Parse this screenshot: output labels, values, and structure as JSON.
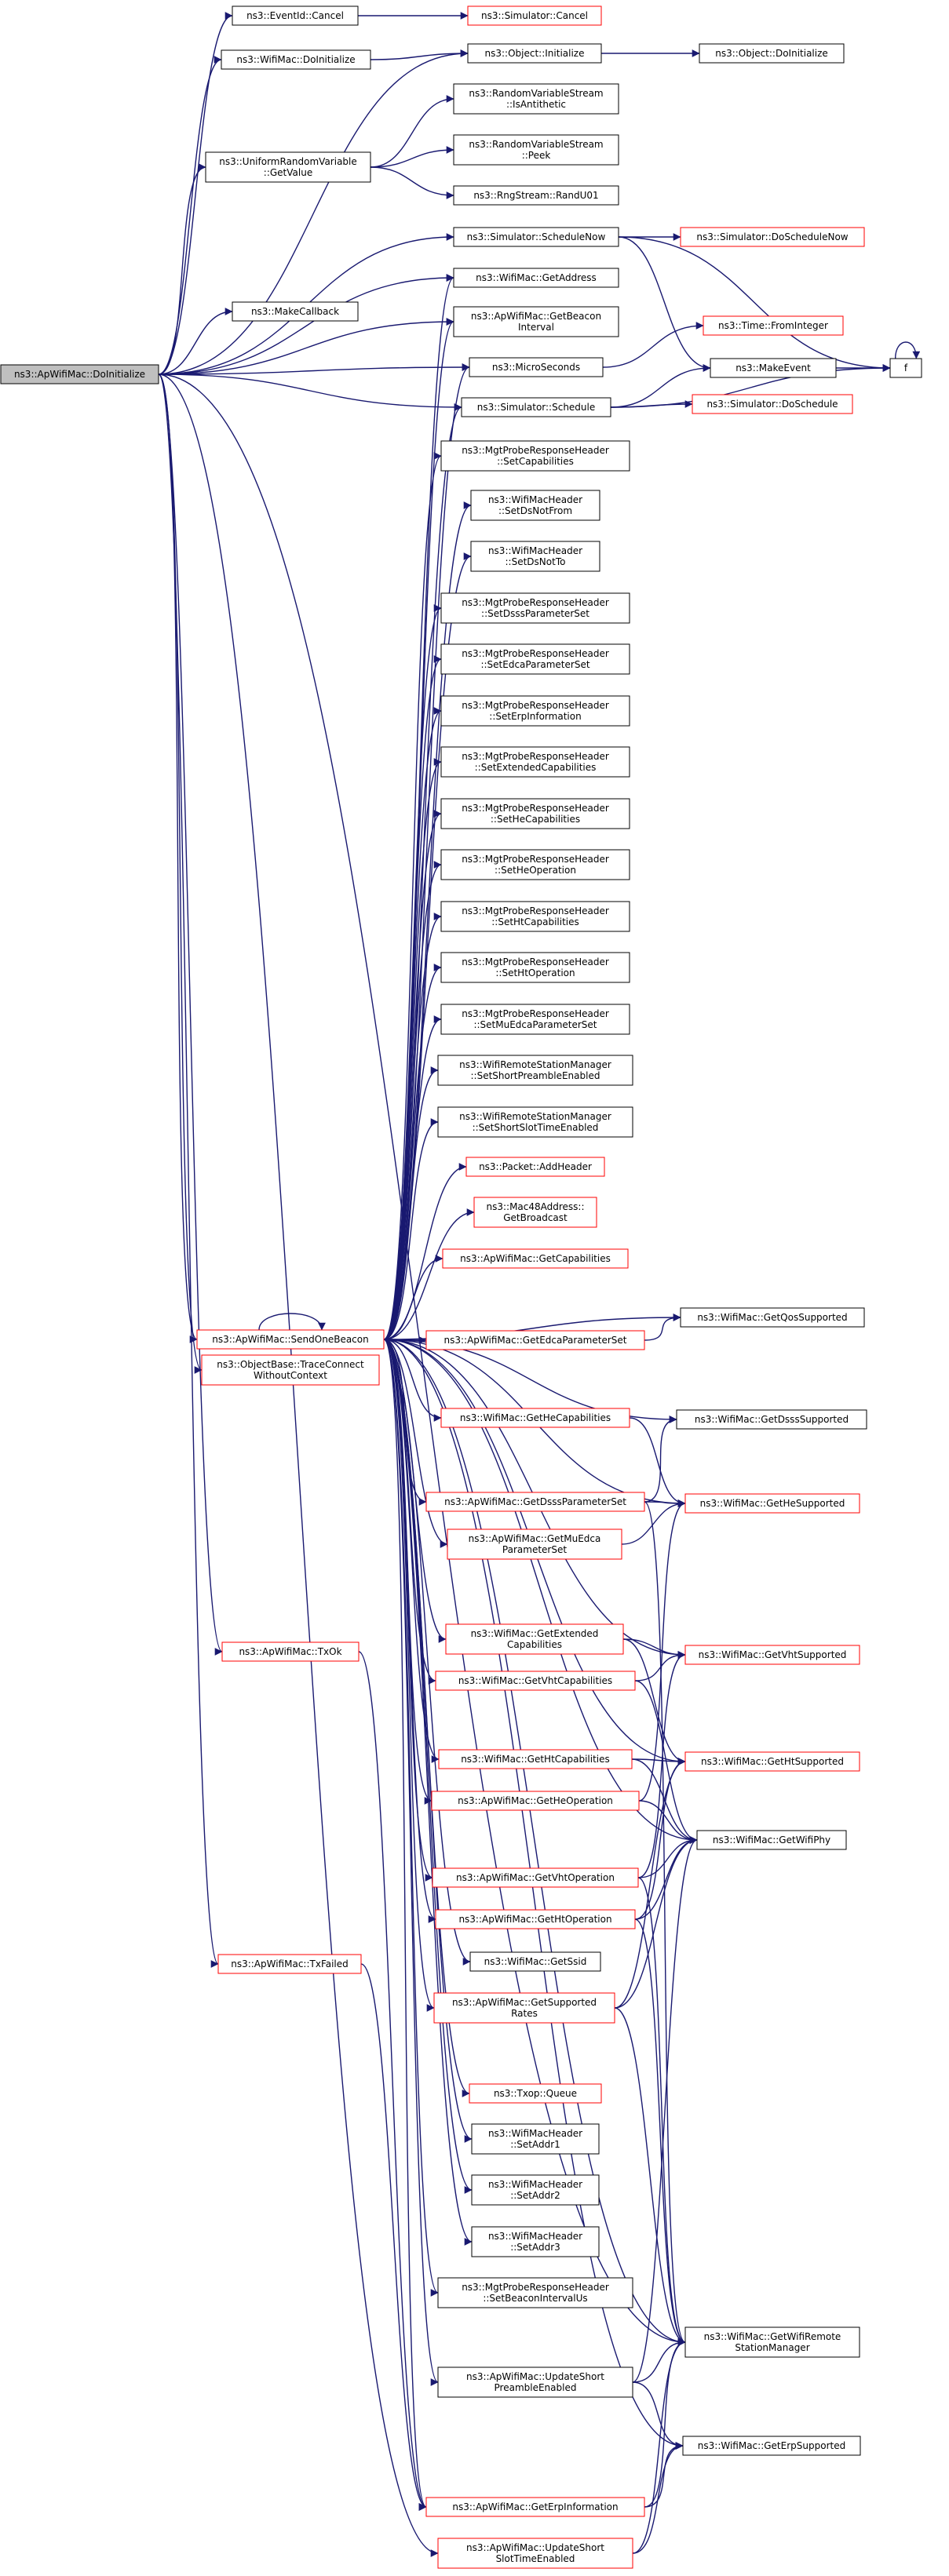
{
  "colors": {
    "edge": "#191970",
    "node_border": "#000000",
    "link_border": "#ff0000",
    "link_text": "#ff0000",
    "root_fill": "#bfbfbf",
    "node_fill": "#ffffff"
  },
  "nodes": [
    {
      "id": "root",
      "lines": [
        "ns3::ApWifiMac::DoInitialize"
      ],
      "kind": "root"
    },
    {
      "id": "eventid-cancel",
      "lines": [
        "ns3::EventId::Cancel"
      ],
      "kind": "normal"
    },
    {
      "id": "wifimac-doinitialize",
      "lines": [
        "ns3::WifiMac::DoInitialize"
      ],
      "kind": "normal"
    },
    {
      "id": "urv-getvalue",
      "lines": [
        "ns3::UniformRandomVariable",
        "::GetValue"
      ],
      "kind": "normal"
    },
    {
      "id": "makecallback",
      "lines": [
        "ns3::MakeCallback"
      ],
      "kind": "normal"
    },
    {
      "id": "sendonebeacon",
      "lines": [
        "ns3::ApWifiMac::SendOneBeacon"
      ],
      "kind": "link"
    },
    {
      "id": "traceconnect",
      "lines": [
        "ns3::ObjectBase::TraceConnect",
        "WithoutContext"
      ],
      "kind": "link"
    },
    {
      "id": "txok",
      "lines": [
        "ns3::ApWifiMac::TxOk"
      ],
      "kind": "link"
    },
    {
      "id": "txfailed",
      "lines": [
        "ns3::ApWifiMac::TxFailed"
      ],
      "kind": "link"
    },
    {
      "id": "sim-cancel",
      "lines": [
        "ns3::Simulator::Cancel"
      ],
      "kind": "link"
    },
    {
      "id": "object-initialize",
      "lines": [
        "ns3::Object::Initialize"
      ],
      "kind": "normal"
    },
    {
      "id": "object-doinitialize",
      "lines": [
        "ns3::Object::DoInitialize"
      ],
      "kind": "normal"
    },
    {
      "id": "rvs-isantithetic",
      "lines": [
        "ns3::RandomVariableStream",
        "::IsAntithetic"
      ],
      "kind": "normal"
    },
    {
      "id": "rvs-peek",
      "lines": [
        "ns3::RandomVariableStream",
        "::Peek"
      ],
      "kind": "normal"
    },
    {
      "id": "rngstream-randu01",
      "lines": [
        "ns3::RngStream::RandU01"
      ],
      "kind": "normal"
    },
    {
      "id": "sim-schedulenow",
      "lines": [
        "ns3::Simulator::ScheduleNow"
      ],
      "kind": "normal"
    },
    {
      "id": "sim-doschedulenow",
      "lines": [
        "ns3::Simulator::DoScheduleNow"
      ],
      "kind": "link"
    },
    {
      "id": "wifimac-getaddress",
      "lines": [
        "ns3::WifiMac::GetAddress"
      ],
      "kind": "normal"
    },
    {
      "id": "getbeaconinterval",
      "lines": [
        "ns3::ApWifiMac::GetBeacon",
        "Interval"
      ],
      "kind": "normal"
    },
    {
      "id": "time-frominteger",
      "lines": [
        "ns3::Time::FromInteger"
      ],
      "kind": "link"
    },
    {
      "id": "microseconds",
      "lines": [
        "ns3::MicroSeconds"
      ],
      "kind": "normal"
    },
    {
      "id": "makeevent",
      "lines": [
        "ns3::MakeEvent"
      ],
      "kind": "normal"
    },
    {
      "id": "f",
      "lines": [
        "f"
      ],
      "kind": "normal"
    },
    {
      "id": "sim-schedule",
      "lines": [
        "ns3::Simulator::Schedule"
      ],
      "kind": "normal"
    },
    {
      "id": "sim-doschedule",
      "lines": [
        "ns3::Simulator::DoSchedule"
      ],
      "kind": "link"
    },
    {
      "id": "setcapabilities",
      "lines": [
        "ns3::MgtProbeResponseHeader",
        "::SetCapabilities"
      ],
      "kind": "normal"
    },
    {
      "id": "setdsnotfrom",
      "lines": [
        "ns3::WifiMacHeader",
        "::SetDsNotFrom"
      ],
      "kind": "normal"
    },
    {
      "id": "setdsnotto",
      "lines": [
        "ns3::WifiMacHeader",
        "::SetDsNotTo"
      ],
      "kind": "normal"
    },
    {
      "id": "setdsssparameterset",
      "lines": [
        "ns3::MgtProbeResponseHeader",
        "::SetDsssParameterSet"
      ],
      "kind": "normal"
    },
    {
      "id": "setedcaparameterset",
      "lines": [
        "ns3::MgtProbeResponseHeader",
        "::SetEdcaParameterSet"
      ],
      "kind": "normal"
    },
    {
      "id": "seterpinformation",
      "lines": [
        "ns3::MgtProbeResponseHeader",
        "::SetErpInformation"
      ],
      "kind": "normal"
    },
    {
      "id": "setextendedcapabilities",
      "lines": [
        "ns3::MgtProbeResponseHeader",
        "::SetExtendedCapabilities"
      ],
      "kind": "normal"
    },
    {
      "id": "sethecapabilities",
      "lines": [
        "ns3::MgtProbeResponseHeader",
        "::SetHeCapabilities"
      ],
      "kind": "normal"
    },
    {
      "id": "setheoperation",
      "lines": [
        "ns3::MgtProbeResponseHeader",
        "::SetHeOperation"
      ],
      "kind": "normal"
    },
    {
      "id": "sethtcapabilities",
      "lines": [
        "ns3::MgtProbeResponseHeader",
        "::SetHtCapabilities"
      ],
      "kind": "normal"
    },
    {
      "id": "sethtoperation",
      "lines": [
        "ns3::MgtProbeResponseHeader",
        "::SetHtOperation"
      ],
      "kind": "normal"
    },
    {
      "id": "setmuedcaparameterset",
      "lines": [
        "ns3::MgtProbeResponseHeader",
        "::SetMuEdcaParameterSet"
      ],
      "kind": "normal"
    },
    {
      "id": "setshortpreambleenabled",
      "lines": [
        "ns3::WifiRemoteStationManager",
        "::SetShortPreambleEnabled"
      ],
      "kind": "normal"
    },
    {
      "id": "setshortslottimeenabled",
      "lines": [
        "ns3::WifiRemoteStationManager",
        "::SetShortSlotTimeEnabled"
      ],
      "kind": "normal"
    },
    {
      "id": "packet-addheader",
      "lines": [
        "ns3::Packet::AddHeader"
      ],
      "kind": "link"
    },
    {
      "id": "getbroadcast",
      "lines": [
        "ns3::Mac48Address::",
        "GetBroadcast"
      ],
      "kind": "link"
    },
    {
      "id": "apwifimac-getcapabilities",
      "lines": [
        "ns3::ApWifiMac::GetCapabilities"
      ],
      "kind": "link"
    },
    {
      "id": "getedcaparameterset",
      "lines": [
        "ns3::ApWifiMac::GetEdcaParameterSet"
      ],
      "kind": "link"
    },
    {
      "id": "getqossupported",
      "lines": [
        "ns3::WifiMac::GetQosSupported"
      ],
      "kind": "normal"
    },
    {
      "id": "wifimac-gethecapabilities",
      "lines": [
        "ns3::WifiMac::GetHeCapabilities"
      ],
      "kind": "link"
    },
    {
      "id": "getdssssupported",
      "lines": [
        "ns3::WifiMac::GetDsssSupported"
      ],
      "kind": "normal"
    },
    {
      "id": "getdsssparameterset",
      "lines": [
        "ns3::ApWifiMac::GetDsssParameterSet"
      ],
      "kind": "link"
    },
    {
      "id": "gethesupported",
      "lines": [
        "ns3::WifiMac::GetHeSupported"
      ],
      "kind": "link"
    },
    {
      "id": "getmuedcaparameterset",
      "lines": [
        "ns3::ApWifiMac::GetMuEdca",
        "ParameterSet"
      ],
      "kind": "link"
    },
    {
      "id": "getextendedcapabilities",
      "lines": [
        "ns3::WifiMac::GetExtended",
        "Capabilities"
      ],
      "kind": "link"
    },
    {
      "id": "getvhtsupported",
      "lines": [
        "ns3::WifiMac::GetVhtSupported"
      ],
      "kind": "link"
    },
    {
      "id": "getvhtcapabilities",
      "lines": [
        "ns3::WifiMac::GetVhtCapabilities"
      ],
      "kind": "link"
    },
    {
      "id": "gethtcapabilities",
      "lines": [
        "ns3::WifiMac::GetHtCapabilities"
      ],
      "kind": "link"
    },
    {
      "id": "gethtsupported",
      "lines": [
        "ns3::WifiMac::GetHtSupported"
      ],
      "kind": "link"
    },
    {
      "id": "getheoperation",
      "lines": [
        "ns3::ApWifiMac::GetHeOperation"
      ],
      "kind": "link"
    },
    {
      "id": "getwifiphy",
      "lines": [
        "ns3::WifiMac::GetWifiPhy"
      ],
      "kind": "normal"
    },
    {
      "id": "getvhtoperation",
      "lines": [
        "ns3::ApWifiMac::GetVhtOperation"
      ],
      "kind": "link"
    },
    {
      "id": "gethtoperation",
      "lines": [
        "ns3::ApWifiMac::GetHtOperation"
      ],
      "kind": "link"
    },
    {
      "id": "getssid",
      "lines": [
        "ns3::WifiMac::GetSsid"
      ],
      "kind": "normal"
    },
    {
      "id": "getsupportedrates",
      "lines": [
        "ns3::ApWifiMac::GetSupported",
        "Rates"
      ],
      "kind": "link"
    },
    {
      "id": "txop-queue",
      "lines": [
        "ns3::Txop::Queue"
      ],
      "kind": "link"
    },
    {
      "id": "setaddr1",
      "lines": [
        "ns3::WifiMacHeader",
        "::SetAddr1"
      ],
      "kind": "normal"
    },
    {
      "id": "setaddr2",
      "lines": [
        "ns3::WifiMacHeader",
        "::SetAddr2"
      ],
      "kind": "normal"
    },
    {
      "id": "setaddr3",
      "lines": [
        "ns3::WifiMacHeader",
        "::SetAddr3"
      ],
      "kind": "normal"
    },
    {
      "id": "setbeaconintervalus",
      "lines": [
        "ns3::MgtProbeResponseHeader",
        "::SetBeaconIntervalUs"
      ],
      "kind": "normal"
    },
    {
      "id": "getwifiremotestationmanager",
      "lines": [
        "ns3::WifiMac::GetWifiRemote",
        "StationManager"
      ],
      "kind": "normal"
    },
    {
      "id": "updateshortpreambleenabled",
      "lines": [
        "ns3::ApWifiMac::UpdateShort",
        "PreambleEnabled"
      ],
      "kind": "normal"
    },
    {
      "id": "geterpsupported",
      "lines": [
        "ns3::WifiMac::GetErpSupported"
      ],
      "kind": "normal"
    },
    {
      "id": "geterpinformation",
      "lines": [
        "ns3::ApWifiMac::GetErpInformation"
      ],
      "kind": "link"
    },
    {
      "id": "updateshortslottimeenabled",
      "lines": [
        "ns3::ApWifiMac::UpdateShort",
        "SlotTimeEnabled"
      ],
      "kind": "link"
    }
  ],
  "edges": [
    [
      "root",
      "eventid-cancel"
    ],
    [
      "root",
      "wifimac-doinitialize"
    ],
    [
      "root",
      "object-initialize"
    ],
    [
      "root",
      "urv-getvalue"
    ],
    [
      "root",
      "sim-schedulenow"
    ],
    [
      "root",
      "wifimac-getaddress"
    ],
    [
      "root",
      "makecallback"
    ],
    [
      "root",
      "getbeaconinterval"
    ],
    [
      "root",
      "microseconds"
    ],
    [
      "root",
      "sim-schedule"
    ],
    [
      "root",
      "sendonebeacon"
    ],
    [
      "root",
      "traceconnect"
    ],
    [
      "root",
      "txok"
    ],
    [
      "root",
      "txfailed"
    ],
    [
      "root",
      "getwifiremotestationmanager"
    ],
    [
      "root",
      "updateshortslottimeenabled"
    ],
    [
      "eventid-cancel",
      "sim-cancel"
    ],
    [
      "wifimac-doinitialize",
      "object-initialize"
    ],
    [
      "object-initialize",
      "object-doinitialize"
    ],
    [
      "urv-getvalue",
      "rvs-isantithetic"
    ],
    [
      "urv-getvalue",
      "rvs-peek"
    ],
    [
      "urv-getvalue",
      "rngstream-randu01"
    ],
    [
      "sim-schedulenow",
      "sim-doschedulenow"
    ],
    [
      "sim-schedulenow",
      "makeevent"
    ],
    [
      "sim-schedulenow",
      "f"
    ],
    [
      "microseconds",
      "time-frominteger"
    ],
    [
      "sim-schedule",
      "makeevent"
    ],
    [
      "sim-schedule",
      "sim-doschedule"
    ],
    [
      "sim-schedule",
      "f"
    ],
    [
      "makeevent",
      "f"
    ],
    [
      "f",
      "f"
    ],
    [
      "sendonebeacon",
      "sendonebeacon"
    ],
    [
      "sendonebeacon",
      "wifimac-getaddress"
    ],
    [
      "sendonebeacon",
      "getbeaconinterval"
    ],
    [
      "sendonebeacon",
      "microseconds"
    ],
    [
      "sendonebeacon",
      "sim-schedule"
    ],
    [
      "sendonebeacon",
      "setcapabilities"
    ],
    [
      "sendonebeacon",
      "setdsnotfrom"
    ],
    [
      "sendonebeacon",
      "setdsnotto"
    ],
    [
      "sendonebeacon",
      "setdsssparameterset"
    ],
    [
      "sendonebeacon",
      "setedcaparameterset"
    ],
    [
      "sendonebeacon",
      "seterpinformation"
    ],
    [
      "sendonebeacon",
      "setextendedcapabilities"
    ],
    [
      "sendonebeacon",
      "sethecapabilities"
    ],
    [
      "sendonebeacon",
      "setheoperation"
    ],
    [
      "sendonebeacon",
      "sethtcapabilities"
    ],
    [
      "sendonebeacon",
      "sethtoperation"
    ],
    [
      "sendonebeacon",
      "setmuedcaparameterset"
    ],
    [
      "sendonebeacon",
      "setshortpreambleenabled"
    ],
    [
      "sendonebeacon",
      "setshortslottimeenabled"
    ],
    [
      "sendonebeacon",
      "packet-addheader"
    ],
    [
      "sendonebeacon",
      "getbroadcast"
    ],
    [
      "sendonebeacon",
      "apwifimac-getcapabilities"
    ],
    [
      "sendonebeacon",
      "getedcaparameterset"
    ],
    [
      "sendonebeacon",
      "getqossupported"
    ],
    [
      "sendonebeacon",
      "wifimac-gethecapabilities"
    ],
    [
      "sendonebeacon",
      "getdssssupported"
    ],
    [
      "sendonebeacon",
      "getdsssparameterset"
    ],
    [
      "sendonebeacon",
      "gethesupported"
    ],
    [
      "sendonebeacon",
      "getmuedcaparameterset"
    ],
    [
      "sendonebeacon",
      "getextendedcapabilities"
    ],
    [
      "sendonebeacon",
      "getvhtsupported"
    ],
    [
      "sendonebeacon",
      "getvhtcapabilities"
    ],
    [
      "sendonebeacon",
      "gethtcapabilities"
    ],
    [
      "sendonebeacon",
      "gethtsupported"
    ],
    [
      "sendonebeacon",
      "getheoperation"
    ],
    [
      "sendonebeacon",
      "getwifiphy"
    ],
    [
      "sendonebeacon",
      "getvhtoperation"
    ],
    [
      "sendonebeacon",
      "gethtoperation"
    ],
    [
      "sendonebeacon",
      "getssid"
    ],
    [
      "sendonebeacon",
      "getsupportedrates"
    ],
    [
      "sendonebeacon",
      "txop-queue"
    ],
    [
      "sendonebeacon",
      "setaddr1"
    ],
    [
      "sendonebeacon",
      "setaddr2"
    ],
    [
      "sendonebeacon",
      "setaddr3"
    ],
    [
      "sendonebeacon",
      "setbeaconintervalus"
    ],
    [
      "sendonebeacon",
      "getwifiremotestationmanager"
    ],
    [
      "sendonebeacon",
      "updateshortpreambleenabled"
    ],
    [
      "sendonebeacon",
      "geterpsupported"
    ],
    [
      "sendonebeacon",
      "geterpinformation"
    ],
    [
      "getedcaparameterset",
      "getqossupported"
    ],
    [
      "wifimac-gethecapabilities",
      "gethesupported"
    ],
    [
      "getdsssparameterset",
      "getdssssupported"
    ],
    [
      "getdsssparameterset",
      "gethesupported"
    ],
    [
      "getdsssparameterset",
      "getwifiremotestationmanager"
    ],
    [
      "getmuedcaparameterset",
      "gethesupported"
    ],
    [
      "getextendedcapabilities",
      "getvhtsupported"
    ],
    [
      "getextendedcapabilities",
      "gethtsupported"
    ],
    [
      "getvhtcapabilities",
      "getvhtsupported"
    ],
    [
      "getvhtcapabilities",
      "getwifiphy"
    ],
    [
      "gethtcapabilities",
      "gethtsupported"
    ],
    [
      "gethtcapabilities",
      "getwifiphy"
    ],
    [
      "getheoperation",
      "gethesupported"
    ],
    [
      "getheoperation",
      "getwifiphy"
    ],
    [
      "getvhtoperation",
      "getvhtsupported"
    ],
    [
      "getvhtoperation",
      "getwifiphy"
    ],
    [
      "getvhtoperation",
      "getwifiremotestationmanager"
    ],
    [
      "gethtoperation",
      "gethtsupported"
    ],
    [
      "gethtoperation",
      "getwifiphy"
    ],
    [
      "gethtoperation",
      "getwifiremotestationmanager"
    ],
    [
      "getsupportedrates",
      "gethtsupported"
    ],
    [
      "getsupportedrates",
      "getwifiphy"
    ],
    [
      "getsupportedrates",
      "getwifiremotestationmanager"
    ],
    [
      "updateshortpreambleenabled",
      "getwifiremotestationmanager"
    ],
    [
      "updateshortpreambleenabled",
      "geterpsupported"
    ],
    [
      "updateshortpreambleenabled",
      "getwifiphy"
    ],
    [
      "geterpinformation",
      "geterpsupported"
    ],
    [
      "geterpinformation",
      "getwifiremotestationmanager"
    ],
    [
      "updateshortslottimeenabled",
      "geterpsupported"
    ],
    [
      "updateshortslottimeenabled",
      "getwifiremotestationmanager"
    ],
    [
      "txok",
      "geterpinformation"
    ],
    [
      "txfailed",
      "geterpinformation"
    ]
  ]
}
